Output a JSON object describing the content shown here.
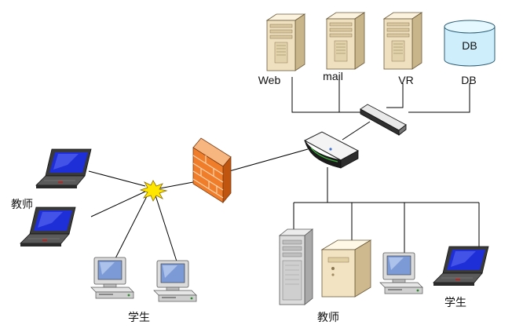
{
  "servers": [
    {
      "label": "Web",
      "icon": "tower-server-icon"
    },
    {
      "label": "mail",
      "icon": "tower-server-icon"
    },
    {
      "label": "VR",
      "icon": "tower-server-icon"
    },
    {
      "label": "DB",
      "icon": "database-icon"
    }
  ],
  "database_cylinder_text": "DB",
  "left_labels": {
    "teacher": "教师",
    "student": "学生"
  },
  "bottom_labels": {
    "teacher": "教师",
    "student": "学生"
  },
  "colors": {
    "line": "#000000",
    "laptop_screen": "#1f2fd8",
    "monitor_screen": "#7c9bd6",
    "server_beige": "#efe1bf",
    "firewall_orange": "#f07d2a",
    "hub_yellow": "#ffe600",
    "db_cyan": "#cdeefa"
  }
}
